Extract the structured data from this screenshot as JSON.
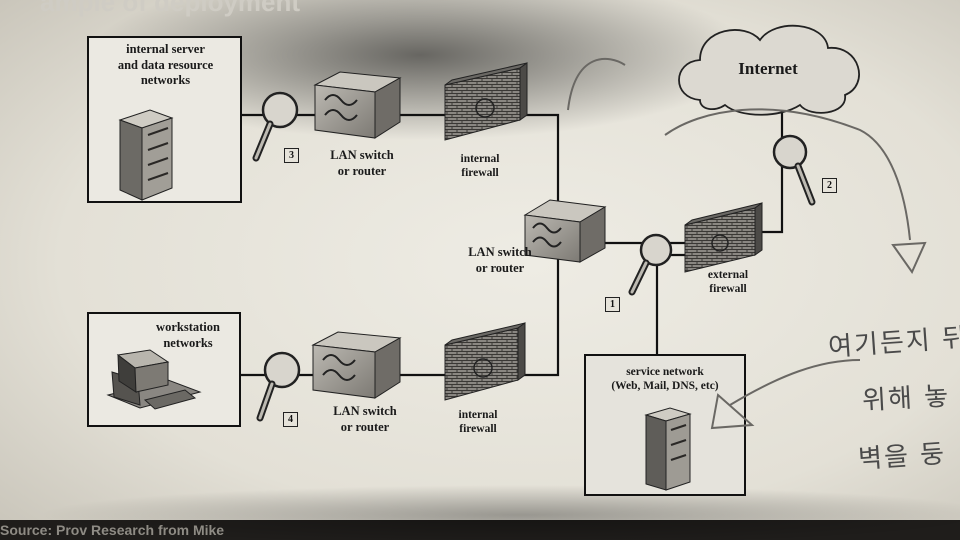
{
  "header_partial": "ample of deployment",
  "footer_partial": "Source: Prov Research from Mike",
  "cloud": {
    "label": "Internet"
  },
  "boxes": {
    "internal_server": {
      "line1": "internal server",
      "line2": "and data resource",
      "line3": "networks"
    },
    "workstation": {
      "line1": "workstation",
      "line2": "networks"
    },
    "service": {
      "line1": "service network",
      "line2": "(Web, Mail, DNS, etc)"
    }
  },
  "devices": {
    "switch_top": {
      "line1": "LAN switch",
      "line2": "or router"
    },
    "switch_mid": {
      "line1": "LAN switch",
      "line2": "or router"
    },
    "switch_bottom": {
      "line1": "LAN switch",
      "line2": "or router"
    },
    "fw_internal_top": {
      "line1": "internal",
      "line2": "firewall"
    },
    "fw_internal_bottom": {
      "line1": "internal",
      "line2": "firewall"
    },
    "fw_external": {
      "line1": "external",
      "line2": "firewall"
    }
  },
  "sensors": {
    "s1": "1",
    "s2": "2",
    "s3": "3",
    "s4": "4"
  },
  "handwriting": {
    "line1": "여기든지 뒤",
    "line2": "위해 놓",
    "line3": "벽을 둥"
  }
}
